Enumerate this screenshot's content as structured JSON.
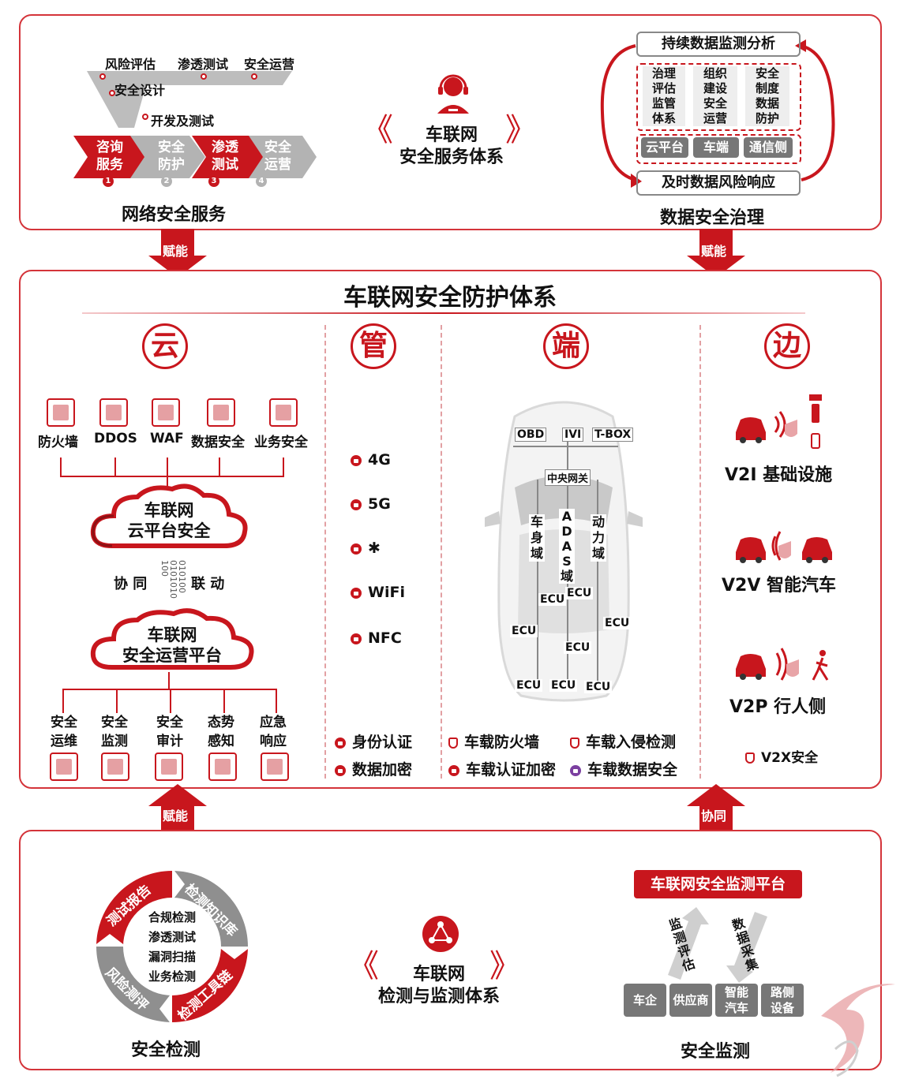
{
  "top": {
    "service": {
      "steps": [
        "风险评估",
        "渗透测试",
        "安全运营",
        "安全设计",
        "开发及测试"
      ],
      "chevrons": [
        {
          "label": "咨询服务",
          "line1": "咨询",
          "line2": "服务",
          "num": "1"
        },
        {
          "label": "安全防护",
          "line1": "安全",
          "line2": "防护",
          "num": "2"
        },
        {
          "label": "渗透测试",
          "line1": "渗透",
          "line2": "测试",
          "num": "3"
        },
        {
          "label": "安全运营",
          "line1": "安全",
          "line2": "运营",
          "num": "4"
        }
      ],
      "title": "网络安全服务"
    },
    "center": {
      "line1": "车联网",
      "line2": "安全服务体系"
    },
    "gov": {
      "top_label": "持续数据监测分析",
      "cells": [
        [
          "治理",
          "组织",
          "安全"
        ],
        [
          "评估",
          "建设",
          "制度"
        ],
        [
          "监管",
          "安全",
          "数据"
        ],
        [
          "体系",
          "运营",
          "防护"
        ]
      ],
      "parts": [
        "云平台",
        "车端",
        "通信侧"
      ],
      "bottom_label": "及时数据风险响应",
      "title": "数据安全治理"
    },
    "arrows": [
      "赋能",
      "赋能"
    ]
  },
  "middle": {
    "title": "车联网安全防护体系",
    "cloud": {
      "head": "云",
      "icons": [
        "防火墙",
        "DDOS",
        "WAF",
        "数据安全",
        "业务安全"
      ],
      "cloud1": {
        "line1": "车联网",
        "line2": "云平台安全"
      },
      "link_left": "协 同",
      "link_right": "联 动",
      "binary": "010100 0101010 100",
      "cloud2": {
        "line1": "车联网",
        "line2": "安全运营平台"
      },
      "bottom": [
        {
          "line1": "安全",
          "line2": "运维"
        },
        {
          "line1": "安全",
          "line2": "监测"
        },
        {
          "line1": "安全",
          "line2": "审计"
        },
        {
          "line1": "态势",
          "line2": "感知"
        },
        {
          "line1": "应急",
          "line2": "响应"
        }
      ]
    },
    "pipe": {
      "head": "管",
      "items": [
        "4G",
        "5G",
        "✱",
        "WiFi",
        "NFC"
      ]
    },
    "end": {
      "head": "端",
      "nodes": [
        "OBD",
        "IVI",
        "T-BOX",
        "中央网关"
      ],
      "domains": [
        "车身域",
        "ADAS域",
        "动力域"
      ],
      "ecu": "ECU"
    },
    "edge": {
      "head": "边",
      "items": [
        "V2I  基础设施",
        "V2V  智能汽车",
        "V2P   行人侧"
      ],
      "v2x": "V2X安全"
    },
    "legend": {
      "auth": "身份认证",
      "enc": "数据加密",
      "fw": "车载防火墙",
      "ids": "车载入侵检测",
      "vauth": "车载认证加密",
      "vdata": "车载数据安全"
    }
  },
  "bottom": {
    "arrows": [
      "赋能",
      "协同"
    ],
    "ring": {
      "segments": [
        "测试报告",
        "检测知识库",
        "检测工具链",
        "风险测评"
      ],
      "inner": [
        "合规检测",
        "渗透测试",
        "漏洞扫描",
        "业务检测"
      ],
      "title": "安全检测"
    },
    "center": {
      "line1": "车联网",
      "line2": "检测与监测体系"
    },
    "monitor": {
      "platform": "车联网安全监测平台",
      "left_arrow": "监测评估",
      "right_arrow": "数据采集",
      "parties": [
        {
          "line1": "车企",
          "line2": ""
        },
        {
          "line1": "供应商",
          "line2": ""
        },
        {
          "line1": "智能",
          "line2": "汽车"
        },
        {
          "line1": "路侧",
          "line2": "设备"
        }
      ],
      "title": "安全监测"
    }
  },
  "colors": {
    "accent": "#c8161d",
    "gray": "#9a9a9a",
    "dark_gray": "#777777"
  }
}
